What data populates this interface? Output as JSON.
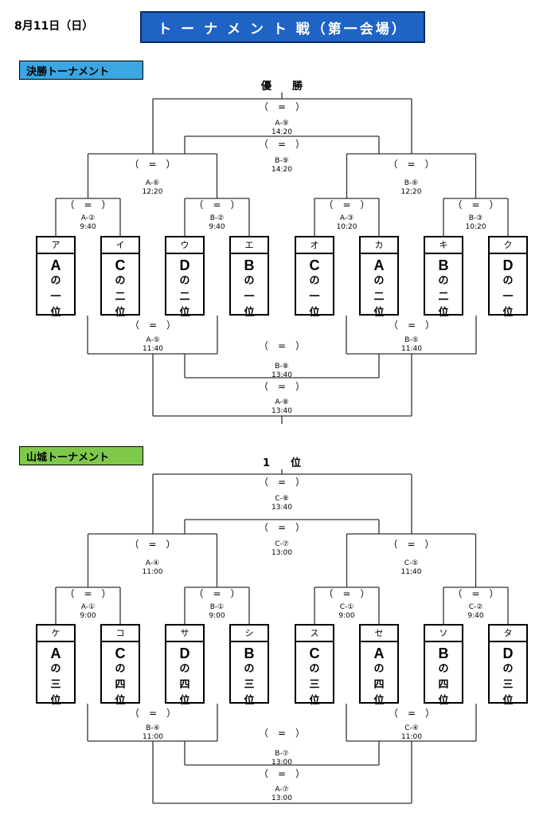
{
  "header": {
    "date": "8月11日（日）",
    "title": "ト ー ナ メ ン ト 戦（第一会場）"
  },
  "sections": [
    {
      "label": "決勝トーナメント",
      "top_label": "優　　勝",
      "teams": [
        {
          "letter": "ア",
          "group": "A",
          "suffix": "の",
          "line2": "一",
          "line3": "位"
        },
        {
          "letter": "イ",
          "group": "C",
          "suffix": "の",
          "line2": "二",
          "line3": "位"
        },
        {
          "letter": "ウ",
          "group": "D",
          "suffix": "の",
          "line2": "二",
          "line3": "位"
        },
        {
          "letter": "エ",
          "group": "B",
          "suffix": "の",
          "line2": "一",
          "line3": "位"
        },
        {
          "letter": "オ",
          "group": "C",
          "suffix": "の",
          "line2": "一",
          "line3": "位"
        },
        {
          "letter": "カ",
          "group": "A",
          "suffix": "の",
          "line2": "二",
          "line3": "位"
        },
        {
          "letter": "キ",
          "group": "B",
          "suffix": "の",
          "line2": "二",
          "line3": "位"
        },
        {
          "letter": "ク",
          "group": "D",
          "suffix": "の",
          "line2": "一",
          "line3": "位"
        }
      ],
      "matches": {
        "upper_r1": [
          {
            "score": "（　=　）",
            "id": "A-②",
            "time": "9:40"
          },
          {
            "score": "（　=　）",
            "id": "B-②",
            "time": "9:40"
          },
          {
            "score": "（　=　）",
            "id": "A-③",
            "time": "10:20"
          },
          {
            "score": "（　=　）",
            "id": "B-③",
            "time": "10:20"
          }
        ],
        "upper_r2": [
          {
            "score": "（　=　）",
            "id": "A-⑥",
            "time": "12:20"
          },
          {
            "score": "（　=　）",
            "id": "B-⑥",
            "time": "12:20"
          }
        ],
        "upper_mid": {
          "score": "（　=　）",
          "id": "B-⑨",
          "time": "14:20"
        },
        "upper_top": {
          "score": "（　=　）",
          "id": "A-⑨",
          "time": "14:20"
        },
        "lower_r1": [
          {
            "score": "（　=　）",
            "id": "A-⑤",
            "time": "11:40"
          },
          {
            "score": "（　=　）",
            "id": "B-⑤",
            "time": "11:40"
          }
        ],
        "lower_mid": {
          "score": "（　=　）",
          "id": "B-⑧",
          "time": "13:40"
        },
        "lower_bot": {
          "score": "（　=　）",
          "id": "A-⑧",
          "time": "13:40"
        }
      }
    },
    {
      "label": "山城トーナメント",
      "top_label": "1　　位",
      "teams": [
        {
          "letter": "ケ",
          "group": "A",
          "suffix": "の",
          "line2": "三",
          "line3": "位"
        },
        {
          "letter": "コ",
          "group": "C",
          "suffix": "の",
          "line2": "四",
          "line3": "位"
        },
        {
          "letter": "サ",
          "group": "D",
          "suffix": "の",
          "line2": "四",
          "line3": "位"
        },
        {
          "letter": "シ",
          "group": "B",
          "suffix": "の",
          "line2": "三",
          "line3": "位"
        },
        {
          "letter": "ス",
          "group": "C",
          "suffix": "の",
          "line2": "三",
          "line3": "位"
        },
        {
          "letter": "セ",
          "group": "A",
          "suffix": "の",
          "line2": "四",
          "line3": "位"
        },
        {
          "letter": "ソ",
          "group": "B",
          "suffix": "の",
          "line2": "四",
          "line3": "位"
        },
        {
          "letter": "タ",
          "group": "D",
          "suffix": "の",
          "line2": "三",
          "line3": "位"
        }
      ],
      "matches": {
        "upper_r1": [
          {
            "score": "（　=　）",
            "id": "A-①",
            "time": "9:00"
          },
          {
            "score": "（　=　）",
            "id": "B-①",
            "time": "9:00"
          },
          {
            "score": "（　=　）",
            "id": "C-①",
            "time": "9:00"
          },
          {
            "score": "（　=　）",
            "id": "C-②",
            "time": "9:40"
          }
        ],
        "upper_r2": [
          {
            "score": "（　=　）",
            "id": "A-④",
            "time": "11:00"
          },
          {
            "score": "（　=　）",
            "id": "C-⑤",
            "time": "11:40"
          }
        ],
        "upper_mid": {
          "score": "（　=　）",
          "id": "C-⑦",
          "time": "13:00"
        },
        "upper_top": {
          "score": "（　=　）",
          "id": "C-⑧",
          "time": "13:40"
        },
        "lower_r1": [
          {
            "score": "（　=　）",
            "id": "B-④",
            "time": "11:00"
          },
          {
            "score": "（　=　）",
            "id": "C-④",
            "time": "11:00"
          }
        ],
        "lower_mid": {
          "score": "（　=　）",
          "id": "B-⑦",
          "time": "13:00"
        },
        "lower_bot": {
          "score": "（　=　）",
          "id": "A-⑦",
          "time": "13:00"
        }
      }
    }
  ]
}
